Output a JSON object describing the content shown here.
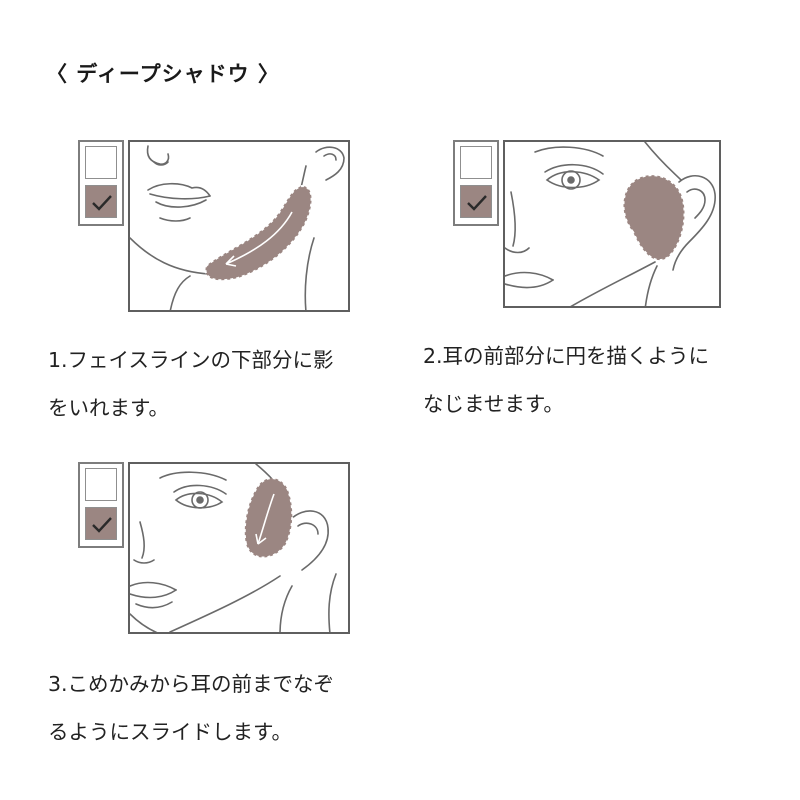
{
  "title": "〈 ディープシャドウ 〉",
  "colors": {
    "shadow": "#9b8682",
    "line": "#5f5f5f",
    "checkmark": "#2a2a2a"
  },
  "steps": [
    {
      "number": 1,
      "caption_lines": [
        "1.フェイスラインの下部分に影",
        "をいれます。"
      ],
      "palette_selected": "bottom",
      "icon": "check-icon"
    },
    {
      "number": 2,
      "caption_lines": [
        "2.耳の前部分に円を描くように",
        "なじませます。"
      ],
      "palette_selected": "bottom",
      "icon": "check-icon"
    },
    {
      "number": 3,
      "caption_lines": [
        "3.こめかみから耳の前までなぞ",
        "るようにスライドします。"
      ],
      "palette_selected": "bottom",
      "icon": "check-icon"
    }
  ]
}
